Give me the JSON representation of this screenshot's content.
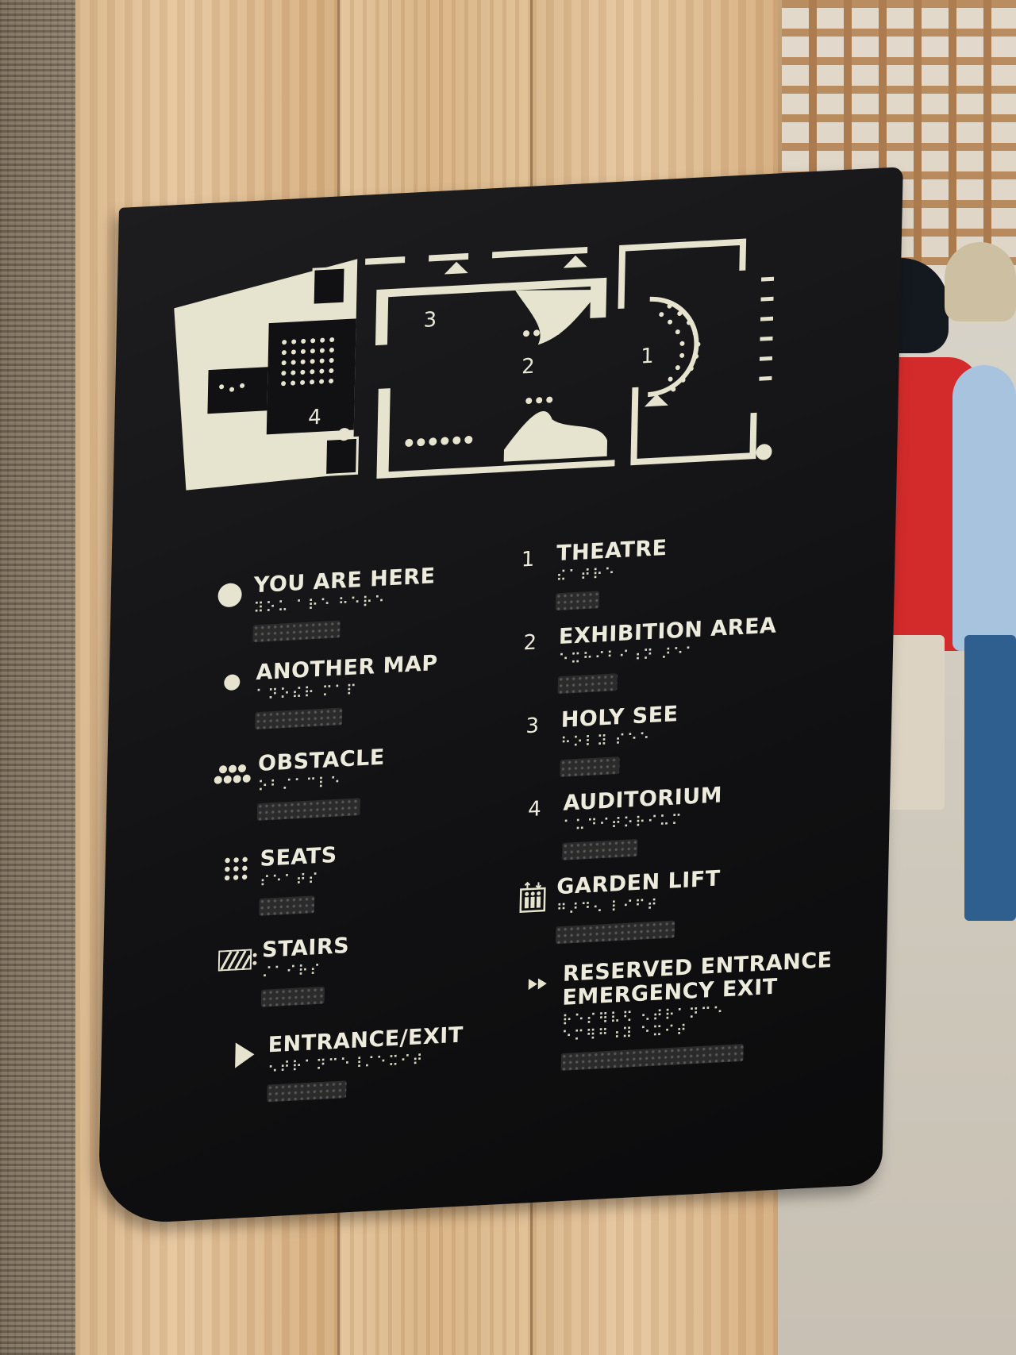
{
  "map": {
    "room_numbers": [
      "3",
      "2",
      "1",
      "4"
    ]
  },
  "legend_left": [
    {
      "key": "you_are_here",
      "icon": "large-dot-icon",
      "label": "YOU ARE HERE",
      "braille": "⠽⠕⠥ ⠁⠗⠑ ⠓⠑⠗⠑"
    },
    {
      "key": "another_map",
      "icon": "small-dot-icon",
      "label": "ANOTHER MAP",
      "braille": "⠁⠝⠕⠮⠗ ⠍⠁⠏"
    },
    {
      "key": "obstacle",
      "icon": "obstacle-dots-icon",
      "label": "OBSTACLE",
      "braille": "⠕⠃⠌⠁⠉⠇⠑"
    },
    {
      "key": "seats",
      "icon": "seats-grid-icon",
      "label": "SEATS",
      "braille": "⠎⠑⠁⠞⠎"
    },
    {
      "key": "stairs",
      "icon": "stairs-hatch-icon",
      "label": "STAIRS",
      "braille": "⠌⠁⠊⠗⠎"
    },
    {
      "key": "entrance_exit",
      "icon": "entrance-triangle-icon",
      "label": "ENTRANCE/EXIT",
      "braille": "⠢⠞⠗⠁⠝⠉⠑⠸⠌⠑⠭⠊⠞"
    }
  ],
  "legend_right": [
    {
      "key": "theatre",
      "number": "1",
      "label": "THEATRE",
      "braille": "⠮⠁⠞⠗⠑"
    },
    {
      "key": "exhibition",
      "number": "2",
      "label": "EXHIBITION AREA",
      "braille": "⠑⠭⠓⠊⠃⠊⠰⠝ ⠜⠑⠁"
    },
    {
      "key": "holy_see",
      "number": "3",
      "label": "HOLY SEE",
      "braille": "⠓⠕⠇⠽ ⠎⠑⠑"
    },
    {
      "key": "auditorium",
      "number": "4",
      "label": "AUDITORIUM",
      "braille": "⠁⠥⠙⠊⠞⠕⠗⠊⠥⠍"
    },
    {
      "key": "garden_lift",
      "icon": "lift-icon",
      "label": "GARDEN LIFT",
      "braille": "⠛⠜⠙⠢ ⠇⠊⠋⠞"
    },
    {
      "key": "reserved",
      "icon": "double-arrow-icon",
      "label": "RESERVED ENTRANCE\nEMERGENCY EXIT",
      "braille": "⠗⠑⠎⠻⠧⠫ ⠢⠞⠗⠁⠝⠉⠑ ⠑⠍⠻⠛⠰⠽ ⠑⠭⠊⠞"
    }
  ],
  "colors": {
    "board": "#111113",
    "raised": "#e6e4cf"
  }
}
